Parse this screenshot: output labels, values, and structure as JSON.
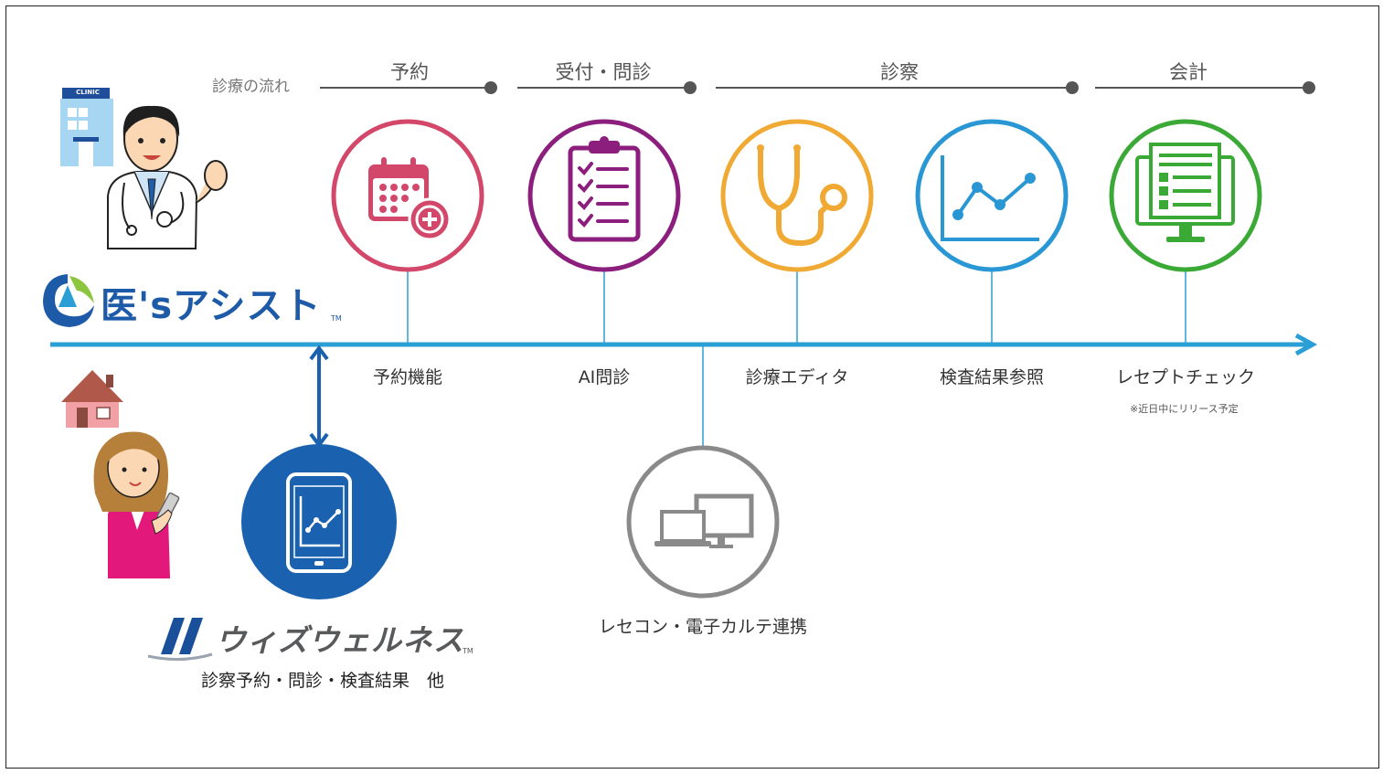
{
  "flow": {
    "title": "診療の流れ",
    "steps": [
      "予約",
      "受付・問診",
      "診察",
      "会計"
    ]
  },
  "clinic_sign": "CLINIC",
  "brand": {
    "name": "医'sアシスト",
    "tm": "TM"
  },
  "features": [
    {
      "label": "予約機能",
      "icon": "calendar-plus-icon",
      "color": "#d2476a"
    },
    {
      "label": "AI問診",
      "icon": "clipboard-checklist-icon",
      "color": "#8c1f7e"
    },
    {
      "label": "診療エディタ",
      "icon": "stethoscope-icon",
      "color": "#f0a933"
    },
    {
      "label": "検査結果参照",
      "icon": "line-chart-icon",
      "color": "#2a97d5"
    },
    {
      "label": "レセプトチェック",
      "icon": "monitor-checklist-icon",
      "color": "#3aa935"
    }
  ],
  "receipt_note": "※近日中にリリース予定",
  "integration": {
    "label": "レセコン・電子カルテ連携",
    "icon": "laptop-desktop-icon",
    "color": "#8a8a8a"
  },
  "wiz": {
    "name": "ウィズウェルネス",
    "tm": "TM",
    "subtitle": "診察予約・問診・検査結果　他",
    "icon": "tablet-chart-icon",
    "color": "#1a62b0"
  },
  "colors": {
    "timeline": "#2a9fd6",
    "flow_line": "#555555",
    "arrow_double": "#1a62b0"
  }
}
